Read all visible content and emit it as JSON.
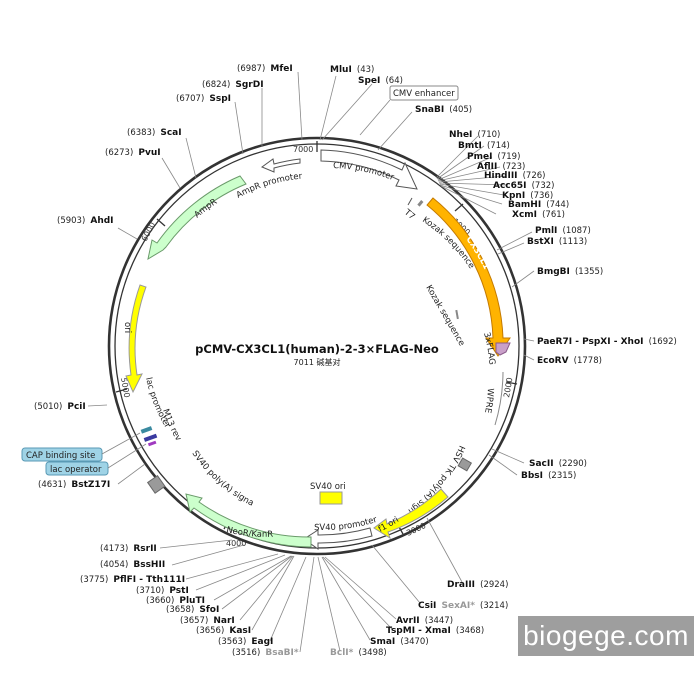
{
  "plasmid": {
    "name": "pCMV-CX3CL1(human)-2-3×FLAG-Neo",
    "size_label": "7011 碱基对",
    "total_bp": 7011
  },
  "ticks": [
    "1000",
    "2000",
    "3000",
    "4000",
    "5000",
    "6000",
    "7000"
  ],
  "sites": [
    {
      "name": "MluI",
      "pos": "(43)"
    },
    {
      "name": "SpeI",
      "pos": "(64)"
    },
    {
      "name": "SnaBI",
      "pos": "(405)"
    },
    {
      "name": "NheI",
      "pos": "(710)"
    },
    {
      "name": "BmtI",
      "pos": "(714)"
    },
    {
      "name": "PmeI",
      "pos": "(719)"
    },
    {
      "name": "AflII",
      "pos": "(723)"
    },
    {
      "name": "HindIII",
      "pos": "(726)"
    },
    {
      "name": "Acc65I",
      "pos": "(732)"
    },
    {
      "name": "KpnI",
      "pos": "(736)"
    },
    {
      "name": "BamHI",
      "pos": "(744)"
    },
    {
      "name": "XcmI",
      "pos": "(761)"
    },
    {
      "name": "PmlI",
      "pos": "(1087)"
    },
    {
      "name": "BstXI",
      "pos": "(1113)"
    },
    {
      "name": "BmgBI",
      "pos": "(1355)"
    },
    {
      "name": "PaeR7I - PspXI - XhoI",
      "pos": "(1692)"
    },
    {
      "name": "EcoRV",
      "pos": "(1778)"
    },
    {
      "name": "SacII",
      "pos": "(2290)"
    },
    {
      "name": "BbsI",
      "pos": "(2315)"
    },
    {
      "name": "DraIII",
      "pos": "(2924)"
    },
    {
      "name": "CsiI",
      "pos": "",
      "extra": "SexAI*",
      "extra_pos": "(3214)"
    },
    {
      "name": "AvrII",
      "pos": "(3447)"
    },
    {
      "name": "TspMI - XmaI",
      "pos": "(3468)"
    },
    {
      "name": "SmaI",
      "pos": "(3470)"
    },
    {
      "name": "BclI*",
      "pos": "(3498)"
    },
    {
      "name": "BsaBI*",
      "pos": "(3516)"
    },
    {
      "name": "EagI",
      "pos": "(3563)"
    },
    {
      "name": "KasI",
      "pos": "(3656)"
    },
    {
      "name": "NarI",
      "pos": "(3657)"
    },
    {
      "name": "SfoI",
      "pos": "(3658)"
    },
    {
      "name": "PluTI",
      "pos": "(3660)"
    },
    {
      "name": "PstI",
      "pos": "(3710)"
    },
    {
      "name": "PflFI - Tth111I",
      "pos": "(3775)"
    },
    {
      "name": "BssHII",
      "pos": "(4054)"
    },
    {
      "name": "RsrII",
      "pos": "(4173)"
    },
    {
      "name": "BstZ17I",
      "pos": "(4631)"
    },
    {
      "name": "PciI",
      "pos": "(5010)"
    },
    {
      "name": "AhdI",
      "pos": "(5903)"
    },
    {
      "name": "PvuI",
      "pos": "(6273)"
    },
    {
      "name": "ScaI",
      "pos": "(6383)"
    },
    {
      "name": "SspI",
      "pos": "(6707)"
    },
    {
      "name": "SgrDI",
      "pos": "(6824)"
    },
    {
      "name": "MfeI",
      "pos": "(6987)"
    }
  ],
  "features": {
    "cmv_enhancer": "CMV enhancer",
    "cmv_promoter": "CMV promoter",
    "t7": "T7",
    "kozak_1": "Kozak sequence",
    "kozak_2": "Kozak sequence",
    "cx3cl1": "CX3CL1",
    "flag": "3xFLAG",
    "wpre": "WPRE",
    "hsv_tk": "HSV TK poly(A) signal",
    "f1_ori": "f1 ori",
    "sv40_promoter": "SV40 promoter",
    "sv40_ori": "SV40 ori",
    "neor": "NeoR/KanR",
    "sv40_polya": "SV40 poly(A) signal",
    "m13_rev": "M13 rev",
    "lac_promoter": "lac promoter",
    "cap_site": "CAP binding site",
    "lac_operator": "lac operator",
    "ori": "ori",
    "ampr": "AmpR",
    "ampr_promoter": "AmpR promoter"
  },
  "colors": {
    "backbone": "#333333",
    "cx3cl1": "#ffb300",
    "flag": "#c9a0c9",
    "ori": "#ffff00",
    "resistance": "#ccffcc",
    "promoter": "#ffffff",
    "polya": "#9a9a9a",
    "callout": "#9fd3e6"
  },
  "watermark": "biogege.com"
}
